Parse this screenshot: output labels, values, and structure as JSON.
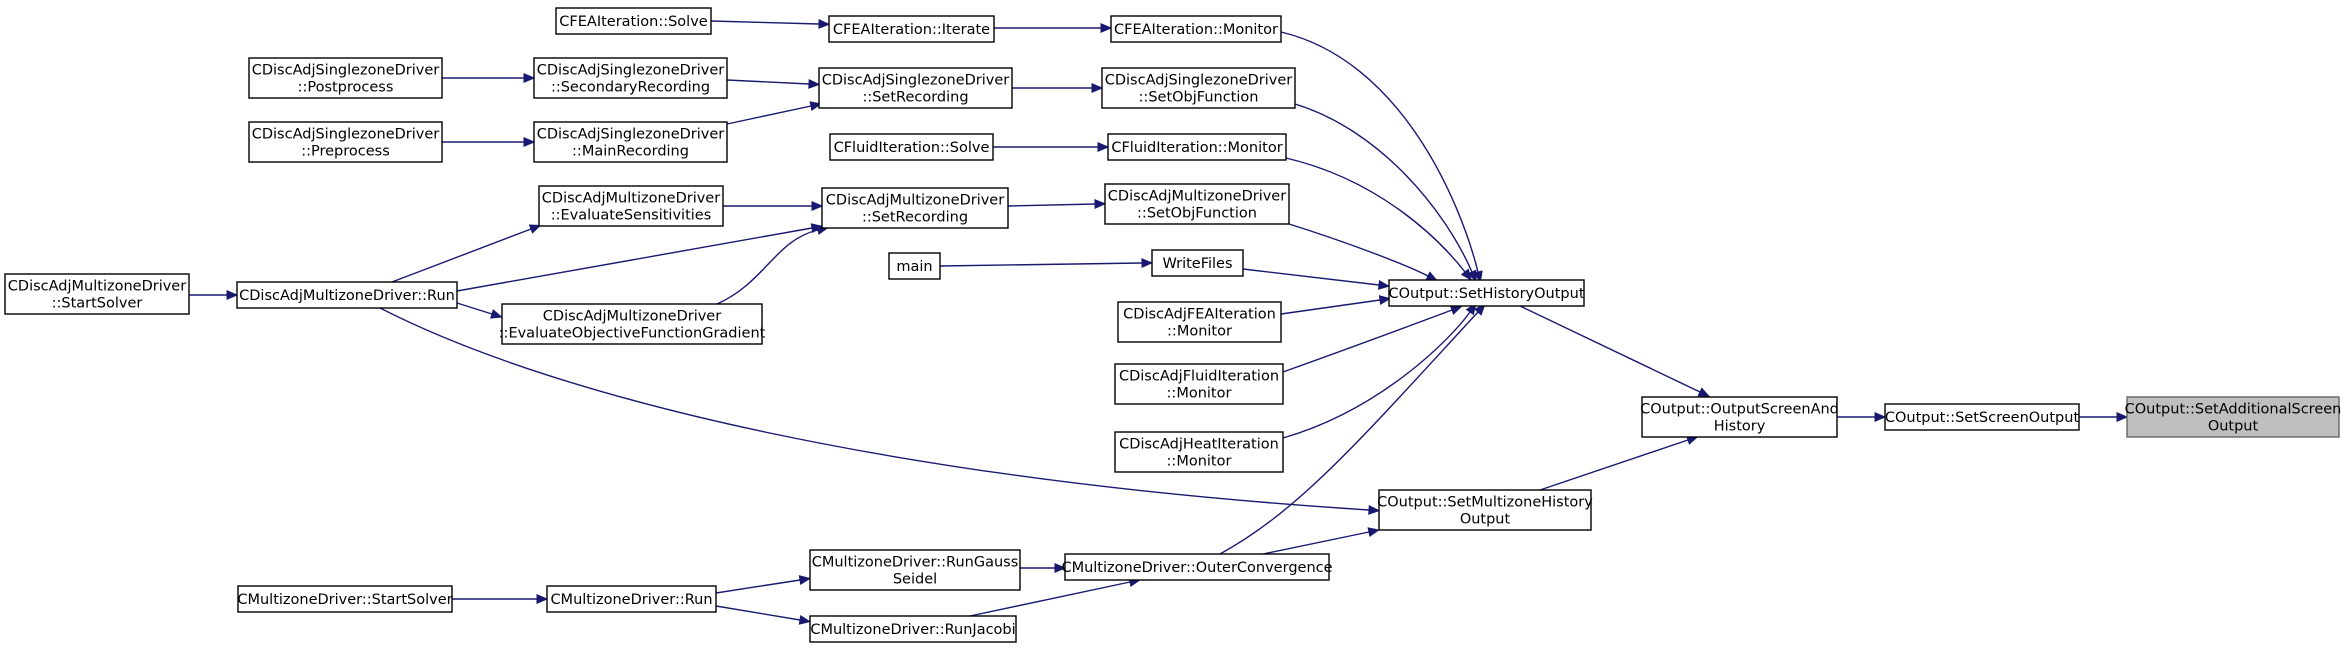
{
  "colors": {
    "edge": "#191970",
    "node_border": "#000000",
    "current_node_fill": "#bfbfbf",
    "current_node_border": "#666666"
  },
  "nodes": {
    "fea_solve": [
      "CFEAIteration::Solve"
    ],
    "fea_iterate": [
      "CFEAIteration::Iterate"
    ],
    "fea_monitor": [
      "CFEAIteration::Monitor"
    ],
    "dasz_postprocess": [
      "CDiscAdjSinglezoneDriver",
      "::Postprocess"
    ],
    "dasz_secondary": [
      "CDiscAdjSinglezoneDriver",
      "::SecondaryRecording"
    ],
    "dasz_setrecording": [
      "CDiscAdjSinglezoneDriver",
      "::SetRecording"
    ],
    "dasz_setobj": [
      "CDiscAdjSinglezoneDriver",
      "::SetObjFunction"
    ],
    "dasz_preprocess": [
      "CDiscAdjSinglezoneDriver",
      "::Preprocess"
    ],
    "dasz_mainrec": [
      "CDiscAdjSinglezoneDriver",
      "::MainRecording"
    ],
    "fluid_solve": [
      "CFluidIteration::Solve"
    ],
    "fluid_monitor": [
      "CFluidIteration::Monitor"
    ],
    "damz_evalsens": [
      "CDiscAdjMultizoneDriver",
      "::EvaluateSensitivities"
    ],
    "damz_setrecording": [
      "CDiscAdjMultizoneDriver",
      "::SetRecording"
    ],
    "damz_setobj": [
      "CDiscAdjMultizoneDriver",
      "::SetObjFunction"
    ],
    "main": [
      "main"
    ],
    "writefiles": [
      "WriteFiles"
    ],
    "damz_startsolver": [
      "CDiscAdjMultizoneDriver",
      "::StartSolver"
    ],
    "damz_run": [
      "CDiscAdjMultizoneDriver::Run"
    ],
    "damz_evalobjgrad": [
      "CDiscAdjMultizoneDriver",
      "::EvaluateObjectiveFunctionGradient"
    ],
    "sethistoryoutput": [
      "COutput::SetHistoryOutput"
    ],
    "dafea_monitor": [
      "CDiscAdjFEAIteration",
      "::Monitor"
    ],
    "dafluid_monitor": [
      "CDiscAdjFluidIteration",
      "::Monitor"
    ],
    "daheat_monitor": [
      "CDiscAdjHeatIteration",
      "::Monitor"
    ],
    "outputscreenandhistory": [
      "COutput::OutputScreenAnd",
      "History"
    ],
    "setscreenoutput": [
      "COutput::SetScreenOutput"
    ],
    "setadditionalscreenoutput": [
      "COutput::SetAdditionalScreen",
      "Output"
    ],
    "setmultizonehistory": [
      "COutput::SetMultizoneHistory",
      "Output"
    ],
    "mz_rungaussseidel": [
      "CMultizoneDriver::RunGauss",
      "Seidel"
    ],
    "mz_outerconvergence": [
      "CMultizoneDriver::OuterConvergence"
    ],
    "mz_startsolver": [
      "CMultizoneDriver::StartSolver"
    ],
    "mz_run": [
      "CMultizoneDriver::Run"
    ],
    "mz_runjacobi": [
      "CMultizoneDriver::RunJacobi"
    ]
  }
}
